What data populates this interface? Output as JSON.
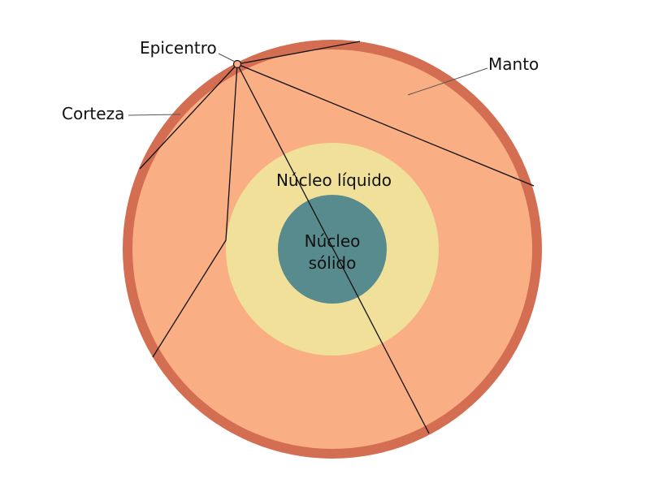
{
  "labels": {
    "epicenter": "Epicentro",
    "crust": "Corteza",
    "mantle": "Manto",
    "outer_core_label": "Núcleo líquido",
    "inner_core_line1": "Núcleo",
    "inner_core_line2": "sólido"
  },
  "colors": {
    "crust": "#D46E52",
    "mantle": "#F9AF83",
    "outer_core": "#F0E09A",
    "inner_core": "#588B8E",
    "wave_line": "#111111",
    "leader_line": "#555555"
  }
}
